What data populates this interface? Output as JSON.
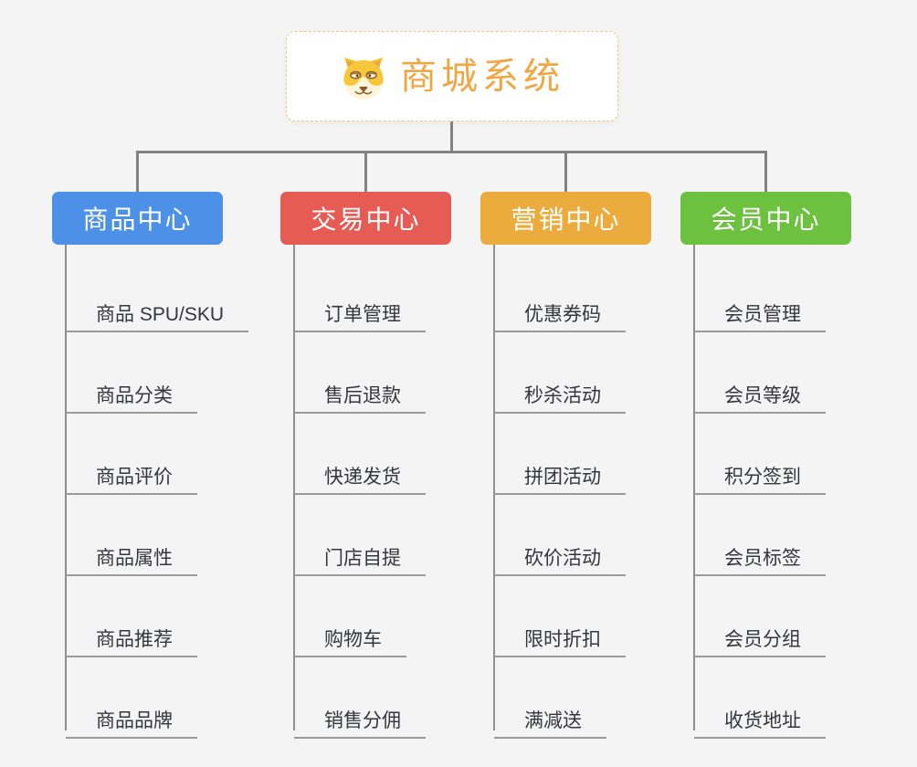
{
  "canvas": {
    "background": "#f4f4f5",
    "connector_color": "#828282",
    "underline_color": "#9a9a9a"
  },
  "root": {
    "title": "商城系统",
    "icon": "dog-face-icon",
    "title_color": "#f0a743",
    "border_color": "#f2c582"
  },
  "branches": [
    {
      "label": "商品中心",
      "color": "#4d90e8",
      "children": [
        "商品 SPU/SKU",
        "商品分类",
        "商品评价",
        "商品属性",
        "商品推荐",
        "商品品牌"
      ]
    },
    {
      "label": "交易中心",
      "color": "#e65c55",
      "children": [
        "订单管理",
        "售后退款",
        "快递发货",
        "门店自提",
        "购物车",
        "销售分佣"
      ]
    },
    {
      "label": "营销中心",
      "color": "#ebab3d",
      "children": [
        "优惠券码",
        "秒杀活动",
        "拼团活动",
        "砍价活动",
        "限时折扣",
        "满减送"
      ]
    },
    {
      "label": "会员中心",
      "color": "#6cc13f",
      "children": [
        "会员管理",
        "会员等级",
        "积分签到",
        "会员标签",
        "会员分组",
        "收货地址"
      ]
    }
  ]
}
